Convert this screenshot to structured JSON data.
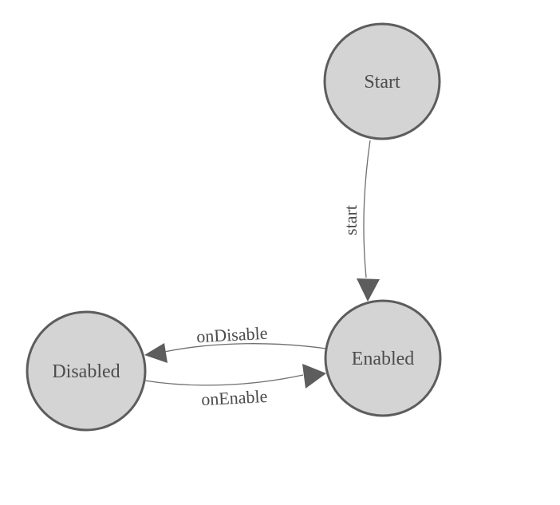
{
  "diagram": {
    "kind": "finite-state-machine",
    "colors": {
      "background": "#ffffff",
      "node_fill": "#d4d4d4",
      "node_stroke": "#5d5d5d",
      "edge_line": "#6e6e6e",
      "arrow": "#5d5d5d",
      "text": "#4c4c4c"
    },
    "nodes": [
      {
        "id": "start",
        "label": "Start"
      },
      {
        "id": "enabled",
        "label": "Enabled"
      },
      {
        "id": "disabled",
        "label": "Disabled"
      }
    ],
    "edges": [
      {
        "from": "Start",
        "to": "Enabled",
        "label": "start"
      },
      {
        "from": "Enabled",
        "to": "Disabled",
        "label": "onDisable"
      },
      {
        "from": "Disabled",
        "to": "Enabled",
        "label": "onEnable"
      }
    ]
  }
}
